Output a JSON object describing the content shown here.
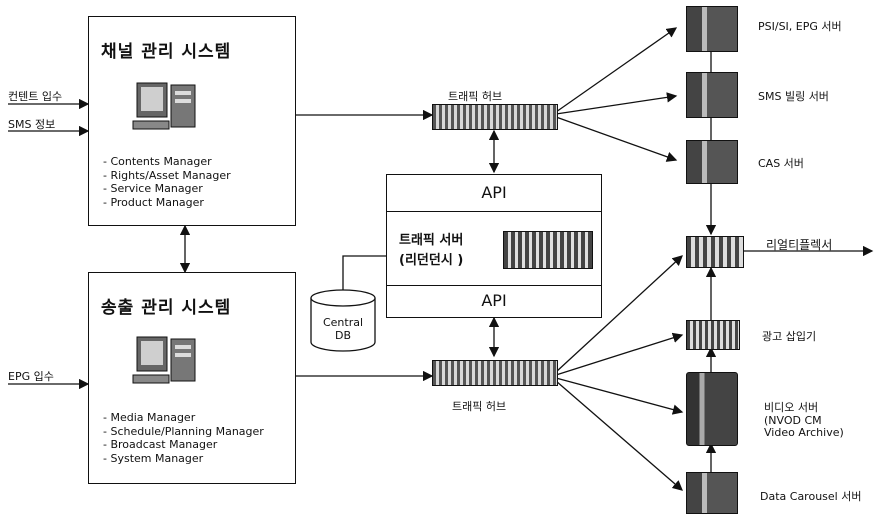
{
  "channel_system": {
    "title": "채널 관리 시스템",
    "managers": [
      "- Contents Manager",
      "- Rights/Asset Manager",
      "- Service Manager",
      "- Product Manager"
    ]
  },
  "broadcast_system": {
    "title": "송출 관리 시스템",
    "managers": [
      "- Media Manager",
      "- Schedule/Planning Manager",
      "- Broadcast Manager",
      "- System Manager"
    ]
  },
  "inputs": {
    "content": "컨텐트 입수",
    "sms": "SMS 정보",
    "epg": "EPG 입수"
  },
  "hub_top_label": "트래픽 허브",
  "hub_bottom_label": "트래픽 허브",
  "api_top": "API",
  "api_bottom": "API",
  "traffic_server": {
    "line1": "트래픽 서버",
    "line2": "(리던던시 )"
  },
  "central_db": {
    "line1": "Central",
    "line2": "DB"
  },
  "servers": {
    "psi": "PSI/SI, EPG 서버",
    "sms": "SMS 빌링 서버",
    "cas": "CAS 서버",
    "multiplexer": "리얼티플렉서",
    "ad_inserter": "광고 삽입기",
    "video_line1": "비디오 서버",
    "video_line2": "(NVOD  CM",
    "video_line3": "Video Archive)",
    "carousel": "Data Carousel 서버"
  }
}
